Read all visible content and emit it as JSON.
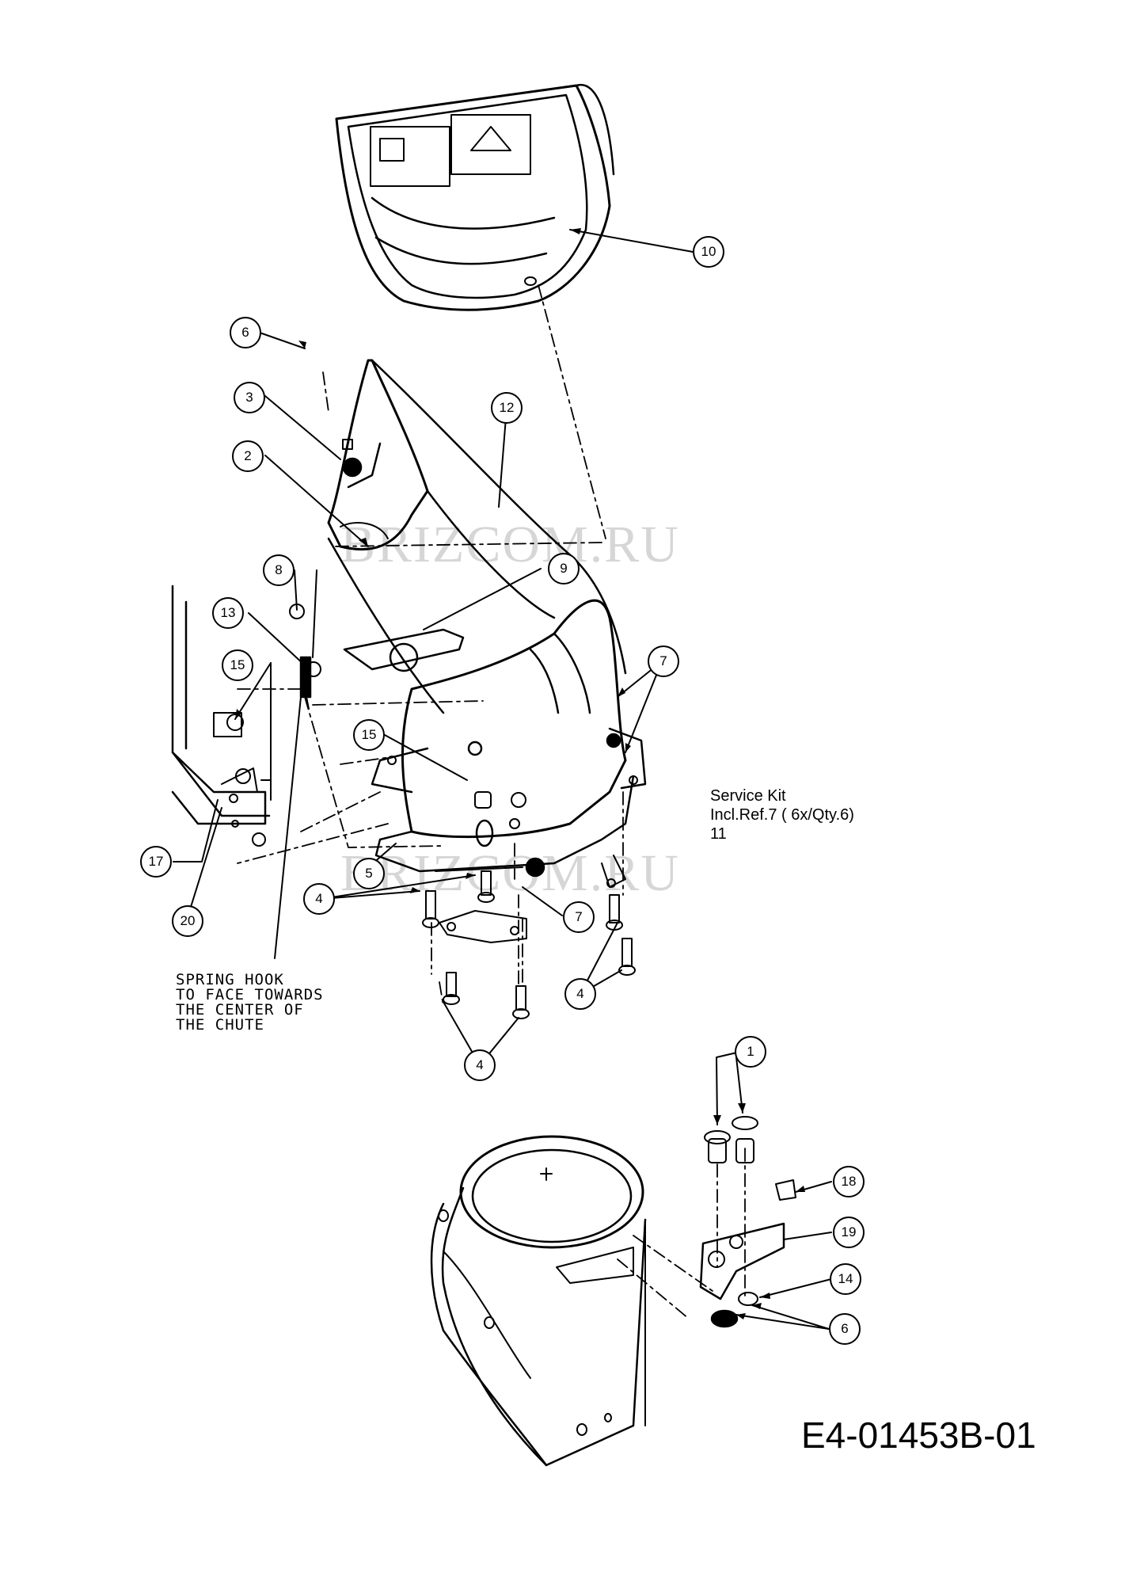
{
  "callouts": [
    {
      "id": "c10",
      "label": "10"
    },
    {
      "id": "c6a",
      "label": "6"
    },
    {
      "id": "c3",
      "label": "3"
    },
    {
      "id": "c12",
      "label": "12"
    },
    {
      "id": "c2",
      "label": "2"
    },
    {
      "id": "c9",
      "label": "9"
    },
    {
      "id": "c8",
      "label": "8"
    },
    {
      "id": "c13",
      "label": "13"
    },
    {
      "id": "c15a",
      "label": "15"
    },
    {
      "id": "c7a",
      "label": "7"
    },
    {
      "id": "c15b",
      "label": "15"
    },
    {
      "id": "c17",
      "label": "17"
    },
    {
      "id": "c5",
      "label": "5"
    },
    {
      "id": "c4a",
      "label": "4"
    },
    {
      "id": "c20",
      "label": "20"
    },
    {
      "id": "c7b",
      "label": "7"
    },
    {
      "id": "c4b",
      "label": "4"
    },
    {
      "id": "c4c",
      "label": "4"
    },
    {
      "id": "c1",
      "label": "1"
    },
    {
      "id": "c18",
      "label": "18"
    },
    {
      "id": "c19",
      "label": "19"
    },
    {
      "id": "c14",
      "label": "14"
    },
    {
      "id": "c6b",
      "label": "6"
    }
  ],
  "service_kit": {
    "line1": "Service Kit",
    "line2": "Incl.Ref.7 ( 6x/Qty.6)",
    "line3": "11"
  },
  "spring_note": [
    "SPRING HOOK",
    "TO FACE TOWARDS",
    "THE CENTER OF",
    "THE CHUTE"
  ],
  "drawing_code": "E4-01453B-01",
  "watermark": "BRIZCOM.RU"
}
